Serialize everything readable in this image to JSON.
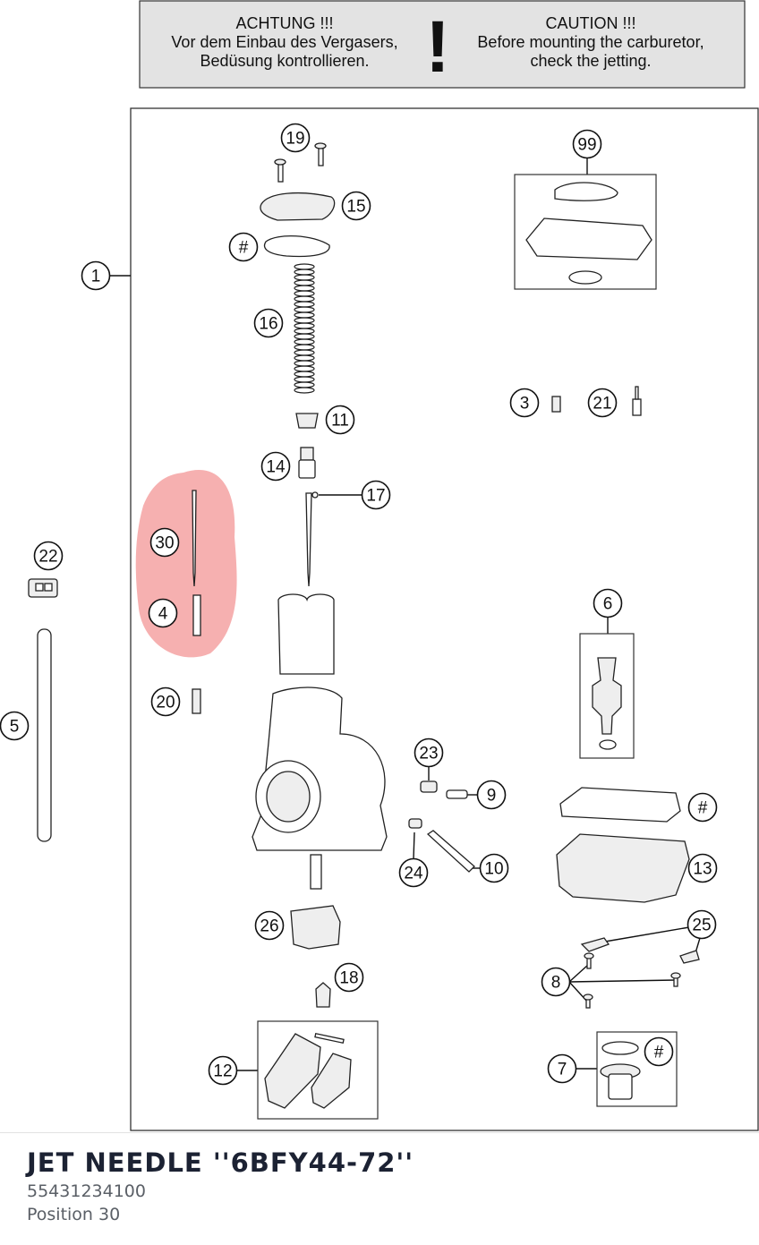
{
  "warning": {
    "de_line1": "ACHTUNG !!!",
    "de_line2": "Vor dem Einbau des Vergasers,",
    "de_line3": "Bedüsung kontrollieren.",
    "mark": "!",
    "en_line1": "CAUTION !!!",
    "en_line2": "Before mounting the carburetor,",
    "en_line3": "check the jetting."
  },
  "callouts": [
    {
      "id": "c19",
      "label": "19"
    },
    {
      "id": "c15",
      "label": "15"
    },
    {
      "id": "chash1",
      "label": "#"
    },
    {
      "id": "c1",
      "label": "1"
    },
    {
      "id": "c16",
      "label": "16"
    },
    {
      "id": "c11",
      "label": "11"
    },
    {
      "id": "c14",
      "label": "14"
    },
    {
      "id": "c17",
      "label": "17"
    },
    {
      "id": "c30",
      "label": "30"
    },
    {
      "id": "c4",
      "label": "4"
    },
    {
      "id": "c22",
      "label": "22"
    },
    {
      "id": "c5",
      "label": "5"
    },
    {
      "id": "c20",
      "label": "20"
    },
    {
      "id": "c99",
      "label": "99"
    },
    {
      "id": "c3",
      "label": "3"
    },
    {
      "id": "c21",
      "label": "21"
    },
    {
      "id": "c6",
      "label": "6"
    },
    {
      "id": "c23",
      "label": "23"
    },
    {
      "id": "c9",
      "label": "9"
    },
    {
      "id": "c24",
      "label": "24"
    },
    {
      "id": "c10",
      "label": "10"
    },
    {
      "id": "chash2",
      "label": "#"
    },
    {
      "id": "c13",
      "label": "13"
    },
    {
      "id": "c25",
      "label": "25"
    },
    {
      "id": "c8",
      "label": "8"
    },
    {
      "id": "c26",
      "label": "26"
    },
    {
      "id": "c18",
      "label": "18"
    },
    {
      "id": "c12",
      "label": "12"
    },
    {
      "id": "c7",
      "label": "7"
    },
    {
      "id": "chash3",
      "label": "#"
    }
  ],
  "highlight": {
    "color": "#f08080",
    "selected_callouts": [
      "30",
      "4"
    ]
  },
  "part_info": {
    "title": "JET NEEDLE ''6BFY44-72''",
    "number": "55431234100",
    "position": "Position 30"
  }
}
